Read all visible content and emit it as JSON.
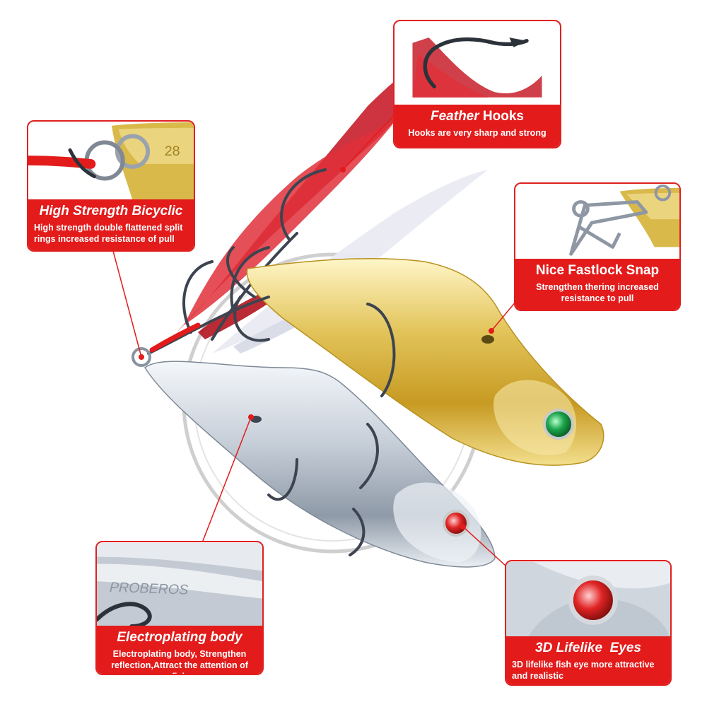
{
  "colors": {
    "accent_red": "#e31b1b",
    "gold": "#d9b94a",
    "silver": "#cfd6df",
    "feather": "#c81e2a"
  },
  "body_engraving": "28",
  "brand_engraving": "PROBEROS",
  "callouts": {
    "feather_hooks": {
      "title_main": "Feather",
      "title_emph": "Hooks",
      "desc": "Hooks are very sharp and strong"
    },
    "bicyclic": {
      "title": "High Strength Bicyclic",
      "desc": "High strength double flattened split rings increased resistance of pull"
    },
    "fastlock": {
      "title": "Nice Fastlock Snap",
      "desc": "Strengthen thering increased resistance to pull"
    },
    "electroplating": {
      "title": "Electroplating body",
      "desc": "Electroplating body, Strengthen reflection,Attract the attention of fish"
    },
    "eyes": {
      "title": "3D Lifelike  Eyes",
      "desc": "3D lifelike fish eye more attractive and realistic"
    }
  }
}
